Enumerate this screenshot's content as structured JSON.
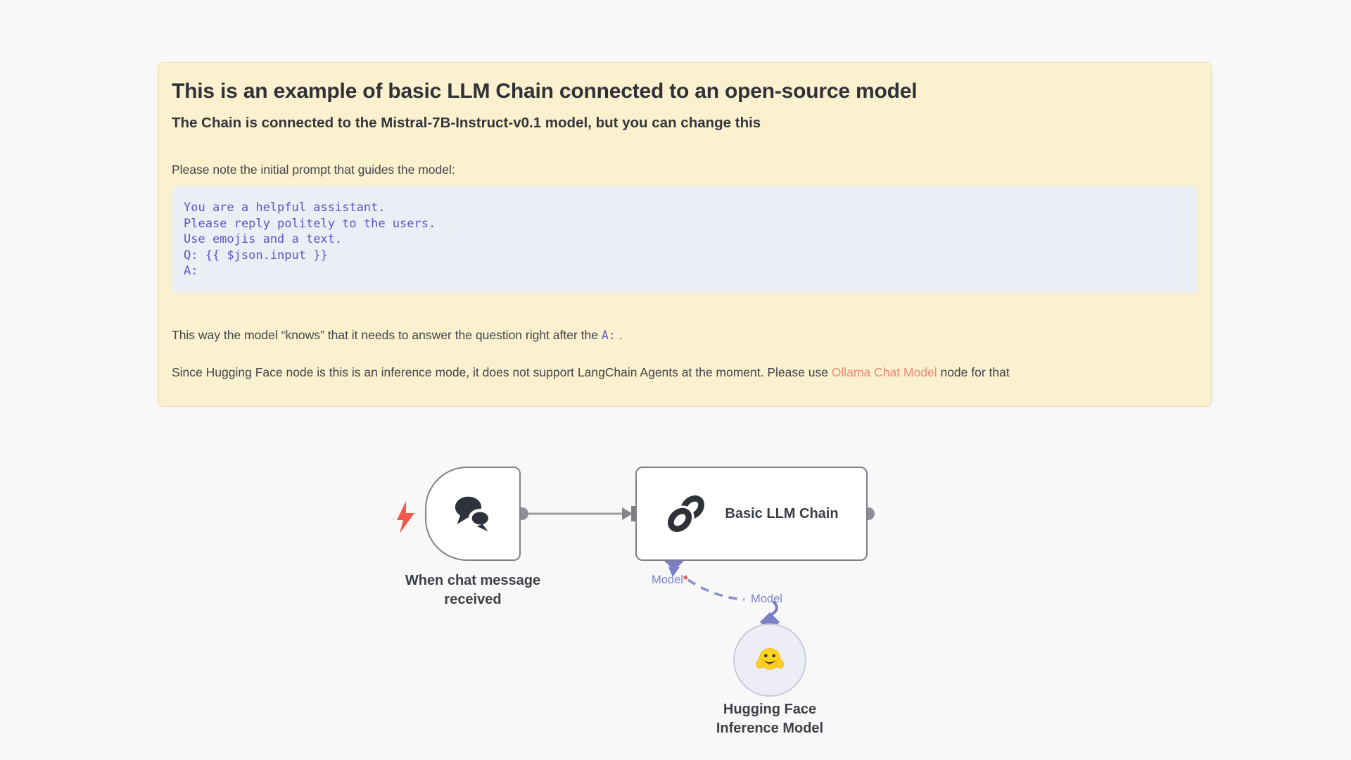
{
  "note": {
    "title": "This is an example of basic LLM Chain connected to an open-source model",
    "subtitle": "The Chain is connected to the Mistral-7B-Instruct-v0.1 model, but you can change this",
    "intro": "Please note the initial prompt that guides the model:",
    "prompt_code": "You are a helpful assistant.\nPlease reply politely to the users.\nUse emojis and a text.\nQ: {{ $json.input }}\nA:",
    "explain_before": "This way the model “knows” that it needs to answer the question right after the ",
    "explain_code": "A:",
    "explain_after": " .",
    "footer_before": "Since Hugging Face node is this is an inference mode, it does not support LangChain Agents at the moment. Please use ",
    "footer_link": "Ollama Chat Model",
    "footer_after": " node for that"
  },
  "workflow": {
    "trigger": {
      "label": "When chat message received",
      "icon": "chat-bubbles",
      "trigger_icon": "lightning-bolt"
    },
    "chain": {
      "title": "Basic LLM Chain",
      "icon": "chain-link",
      "model_port_label": "Model",
      "model_port_required": "*"
    },
    "model_connection_label": "Model",
    "huggingface": {
      "label": "Hugging Face Inference Model",
      "icon": "hugging-face-emoji"
    }
  },
  "colors": {
    "canvas_bg": "#f8f8f9",
    "note_bg": "#fcf1ce",
    "note_border": "#e7d9ab",
    "code_bg": "#eceef6",
    "code_text": "#5a55c8",
    "link": "#ef8a74",
    "bolt": "#f0594c",
    "connector_gray": "#8e9095",
    "node_border": "#7e8187",
    "purple": "#7b80c6"
  }
}
